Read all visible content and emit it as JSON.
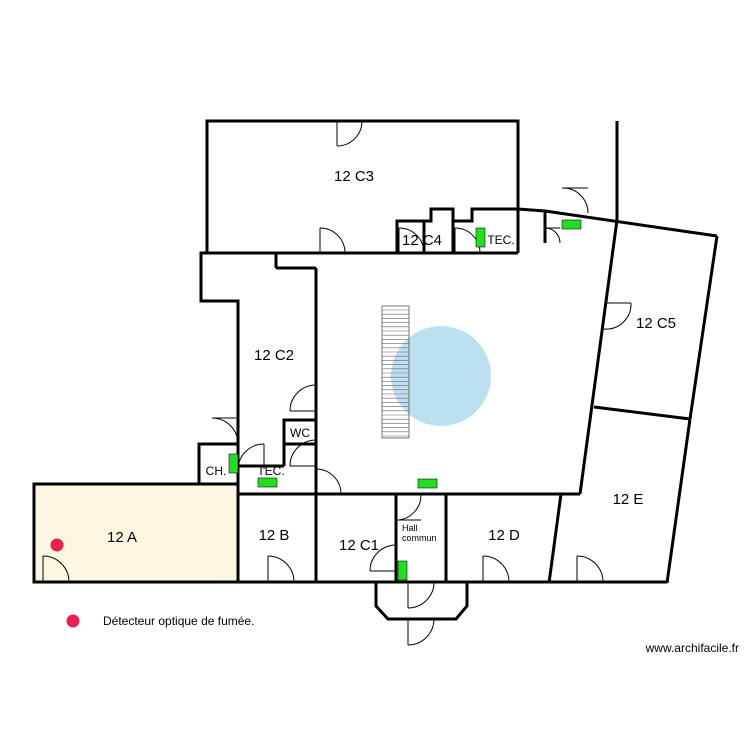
{
  "rooms": {
    "r12c3": "12 C3",
    "r12c4": "12 C4",
    "tec_top": "TEC.",
    "r12c5": "12 C5",
    "r12c2": "12 C2",
    "wc": "WC",
    "ch": "CH.",
    "tec_bottom": "TEC.",
    "r12a": "12 A",
    "r12b": "12 B",
    "r12c1": "12 C1",
    "hall_line1": "Hall",
    "hall_line2": "commun",
    "r12d": "12 D",
    "r12e": "12 E"
  },
  "legend": {
    "smoke_detector": "Détecteur optique de fumée."
  },
  "credit": "www.archifacile.fr",
  "colors": {
    "highlight_room": "#fdf7e1",
    "detector_dot": "#e8204f",
    "equipment_green": "#22dd22",
    "pool_blue": "#bde0f0"
  }
}
